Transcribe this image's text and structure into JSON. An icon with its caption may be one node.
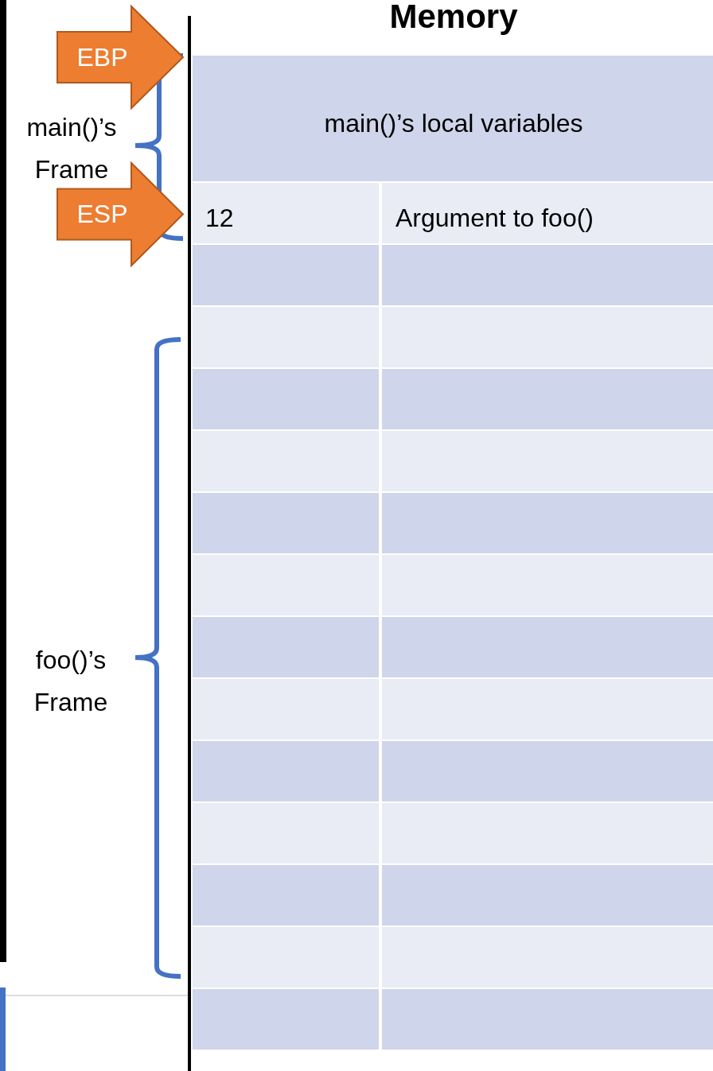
{
  "diagram": {
    "title": "Memory",
    "nodes": [
      {
        "text": [
          "EBP"
        ]
      },
      {
        "text": [
          "ESP"
        ]
      }
    ],
    "labels": [
      "main()’s Frame",
      "main()’s local variables",
      "12",
      "Argument to foo()",
      "foo()’s Frame"
    ]
  }
}
